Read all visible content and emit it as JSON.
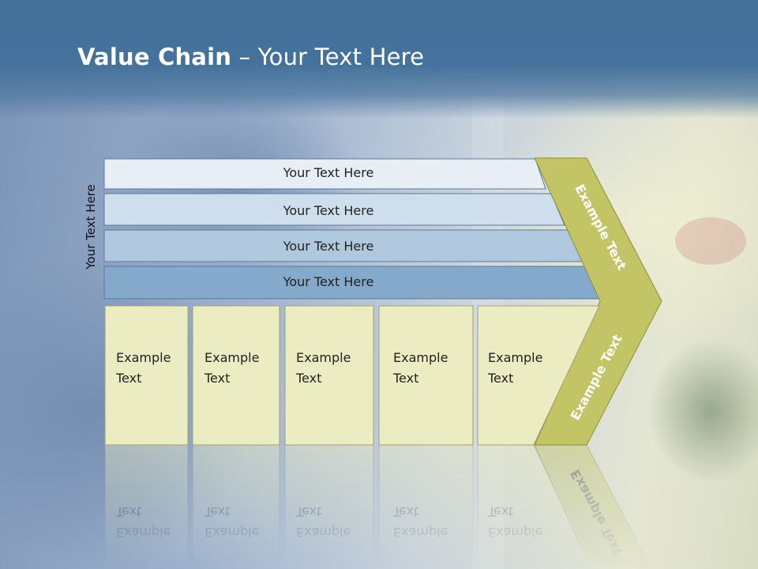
{
  "title": {
    "bold": "Value Chain",
    "rest": " – Your Text Here"
  },
  "side_label": "Your Text Here",
  "bars": [
    "Your Text Here",
    "Your Text Here",
    "Your Text Here",
    "Your Text Here"
  ],
  "cells": [
    [
      "Example",
      "Text"
    ],
    [
      "Example",
      "Text"
    ],
    [
      "Example",
      "Text"
    ],
    [
      "Example",
      "Text"
    ],
    [
      "Example",
      "Text"
    ]
  ],
  "arrow": {
    "upper": "Example Text",
    "lower": "Example Text"
  },
  "colors": {
    "header": "#45729c",
    "arrow": "#c2c466",
    "cell": "#ececc2",
    "bar_shades": [
      "#e8eef6",
      "#cfdeec",
      "#b0c8de",
      "#85a9cb"
    ]
  }
}
